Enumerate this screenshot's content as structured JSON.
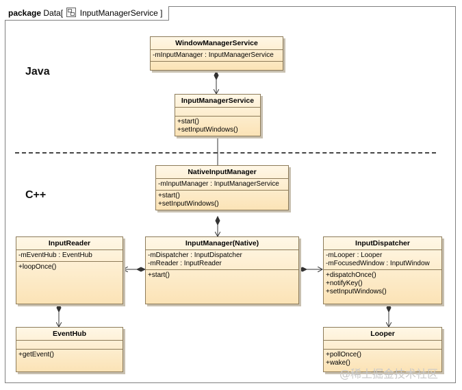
{
  "package": {
    "keyword": "package",
    "name": "Data[",
    "element": "InputManagerService",
    "close": "]"
  },
  "labels": {
    "java": "Java",
    "cpp": "C++"
  },
  "classes": {
    "wms": {
      "name": "WindowManagerService",
      "attrs": [
        "-mInputManager : InputManagerService"
      ],
      "ops": []
    },
    "ims": {
      "name": "InputManagerService",
      "attrs": [],
      "ops": [
        "+start()",
        "+setInputWindows()"
      ]
    },
    "nim": {
      "name": "NativeInputManager",
      "attrs": [
        "-mInputManager : InputManagerService"
      ],
      "ops": [
        "+start()",
        "+setInputWindows()"
      ]
    },
    "reader": {
      "name": "InputReader",
      "attrs": [
        "-mEventHub : EventHub"
      ],
      "ops": [
        "+loopOnce()"
      ]
    },
    "im": {
      "name": "InputManager(Native)",
      "attrs": [
        "-mDispatcher : InputDispatcher",
        "-mReader : InputReader"
      ],
      "ops": [
        "+start()"
      ]
    },
    "dispatcher": {
      "name": "InputDispatcher",
      "attrs": [
        "-mLooper : Looper",
        "-mFocusedWindow : InputWindow"
      ],
      "ops": [
        "+dispatchOnce()",
        "+notifyKey()",
        "+setInputWindows()"
      ]
    },
    "eventhub": {
      "name": "EventHub",
      "attrs": [],
      "ops": [
        "+getEvent()"
      ]
    },
    "looper": {
      "name": "Looper",
      "attrs": [],
      "ops": [
        "+pollOnce()",
        "+wake()"
      ]
    }
  },
  "watermark": "@稀土掘金技术社区"
}
